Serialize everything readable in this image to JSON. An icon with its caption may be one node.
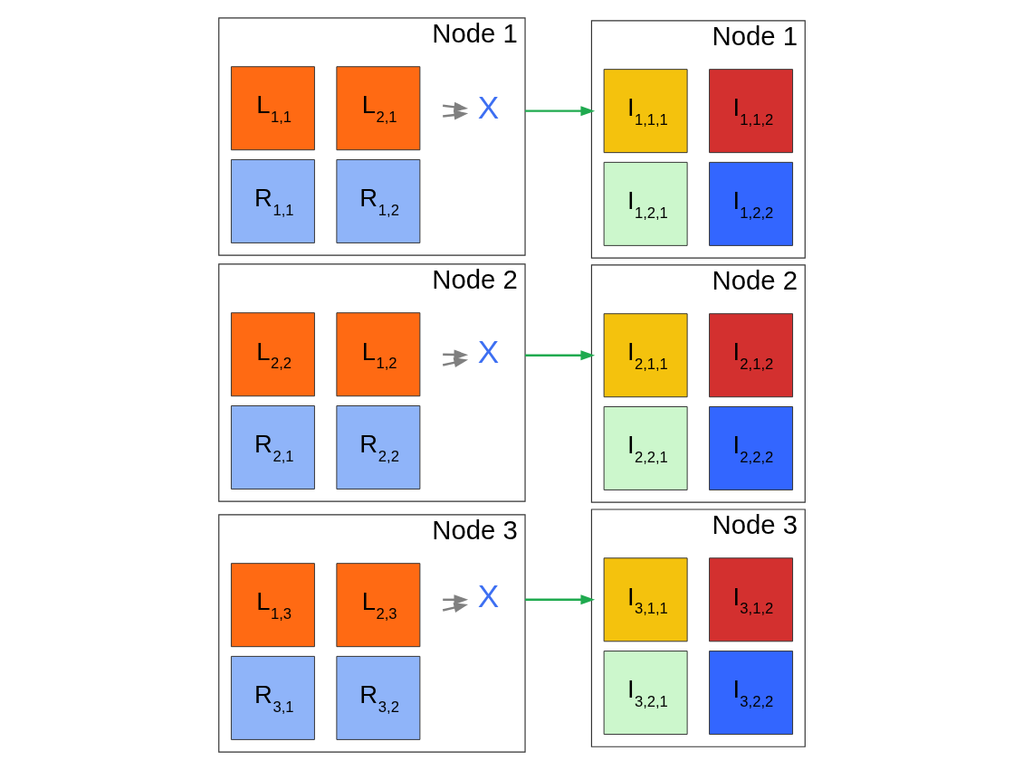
{
  "diagram": {
    "nodes": [
      {
        "text": [
          "Node 1"
        ]
      },
      {
        "text": [
          "L$_{1,1}$"
        ],
        "in": 0
      },
      {
        "text": [
          "L$_{2,1}$"
        ],
        "in": 0
      },
      {
        "text": [
          "R$_{1,1}$"
        ],
        "in": 0
      },
      {
        "text": [
          "R$_{1,2}$"
        ],
        "in": 0
      },
      {
        "text": [
          "X"
        ],
        "in": 0
      },
      {
        "text": [
          "Node 1"
        ]
      },
      {
        "text": [
          "I$_{1,1,1}$"
        ],
        "in": 6
      },
      {
        "text": [
          "I$_{1,1,2}$"
        ],
        "in": 6
      },
      {
        "text": [
          "I$_{1,2,1}$"
        ],
        "in": 6
      },
      {
        "text": [
          "I$_{1,2,2}$"
        ],
        "in": 6
      },
      {
        "text": [
          "Node 2"
        ]
      },
      {
        "text": [
          "L$_{2,2}$"
        ],
        "in": 11
      },
      {
        "text": [
          "L$_{1,2}$"
        ],
        "in": 11
      },
      {
        "text": [
          "R$_{2,1}$"
        ],
        "in": 11
      },
      {
        "text": [
          "R$_{2,2}$"
        ],
        "in": 11
      },
      {
        "text": [
          "X"
        ],
        "in": 11
      },
      {
        "text": [
          "Node 2"
        ]
      },
      {
        "text": [
          "I$_{2,1,1}$"
        ],
        "in": 17
      },
      {
        "text": [
          "I$_{2,1,2}$"
        ],
        "in": 17
      },
      {
        "text": [
          "I$_{2,2,1}$"
        ],
        "in": 17
      },
      {
        "text": [
          "I$_{2,2,2}$"
        ],
        "in": 17
      },
      {
        "text": [
          "Node 3"
        ]
      },
      {
        "text": [
          "L$_{1,3}$"
        ],
        "in": 22
      },
      {
        "text": [
          "L$_{2,3}$"
        ],
        "in": 22
      },
      {
        "text": [
          "R$_{3,1}$"
        ],
        "in": 22
      },
      {
        "text": [
          "R$_{3,2}$"
        ],
        "in": 22
      },
      {
        "text": [
          "X"
        ],
        "in": 22
      },
      {
        "text": [
          "Node 3"
        ]
      },
      {
        "text": [
          "I$_{3,1,1}$"
        ],
        "in": 28
      },
      {
        "text": [
          "I$_{3,1,2}$"
        ],
        "in": 28
      },
      {
        "text": [
          "I$_{3,2,1}$"
        ],
        "in": 28
      },
      {
        "text": [
          "I$_{3,2,2}$"
        ],
        "in": 28
      }
    ],
    "edges": [
      {
        "from": null,
        "to": 5,
        "arrow": "to"
      },
      {
        "from": null,
        "to": 5,
        "arrow": "to"
      },
      {
        "from": 0,
        "to": 6,
        "arrow": "to",
        "color": "#1faa4f"
      },
      {
        "from": null,
        "to": 16,
        "arrow": "to"
      },
      {
        "from": null,
        "to": 16,
        "arrow": "to"
      },
      {
        "from": 11,
        "to": 17,
        "arrow": "to",
        "color": "#1faa4f"
      },
      {
        "from": null,
        "to": 27,
        "arrow": "to"
      },
      {
        "from": null,
        "to": 27,
        "arrow": "to"
      },
      {
        "from": 22,
        "to": 28,
        "arrow": "to",
        "color": "#1faa4f"
      }
    ]
  }
}
